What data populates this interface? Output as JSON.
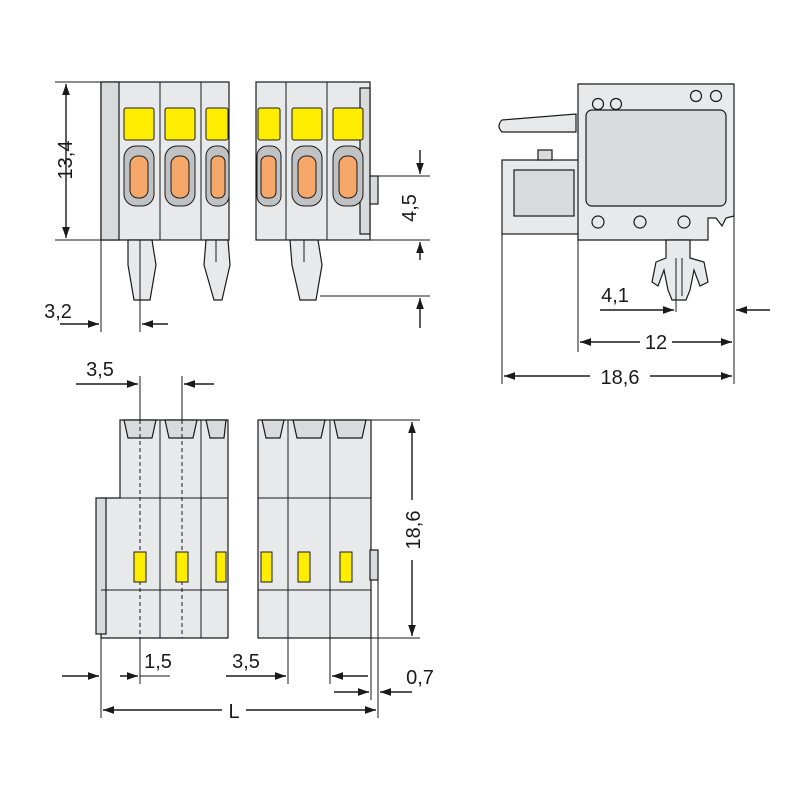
{
  "dimensions": {
    "height_front": "13,4",
    "pin_offset": "3,2",
    "lever_height": "4,5",
    "pitch_top": "3,5",
    "body_height_bottom": "18,6",
    "offset_1_5": "1,5",
    "pitch_bottom": "3,5",
    "offset_0_7": "0,7",
    "length_L": "L",
    "side_4_1": "4,1",
    "side_12": "12",
    "side_18_6": "18,6"
  },
  "colors": {
    "housing": "#e8e9ea",
    "actuator": "#ffed00",
    "contact": "#f6a86a",
    "line": "#1a1a1a"
  }
}
